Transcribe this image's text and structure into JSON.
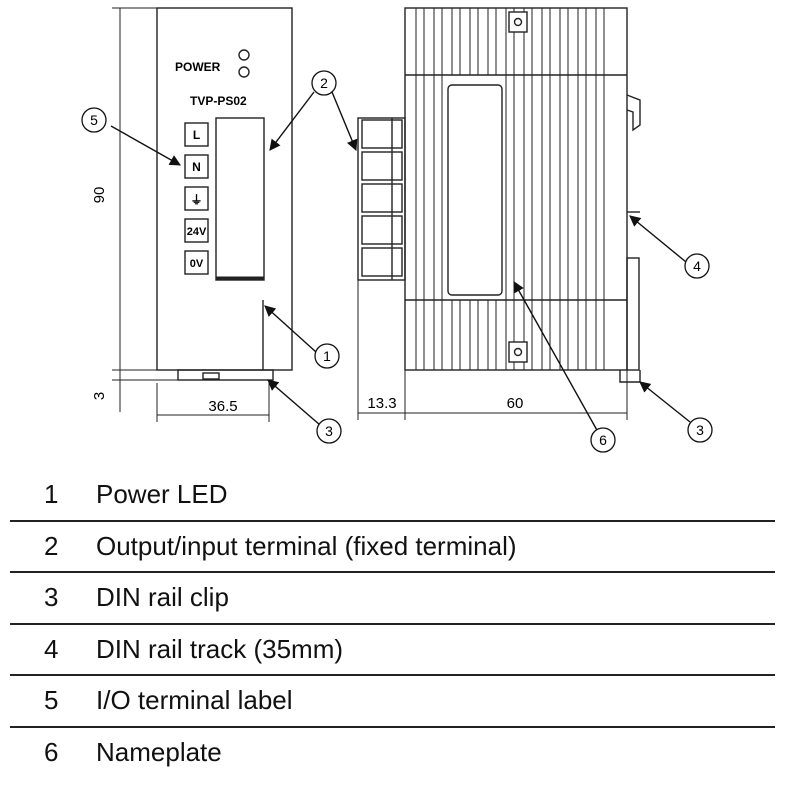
{
  "device": {
    "power_label": "POWER",
    "model": "TVP-PS02",
    "terminals": [
      "L",
      "N",
      "⏚",
      "24V",
      "0V"
    ]
  },
  "dimensions": {
    "height": "90",
    "clip": "3",
    "width": "36.5",
    "terminal_depth": "13.3",
    "depth": "60"
  },
  "callouts": [
    "1",
    "2",
    "3",
    "4",
    "5",
    "6"
  ],
  "legend": [
    {
      "num": "1",
      "text": "Power LED"
    },
    {
      "num": "2",
      "text": "Output/input terminal (fixed terminal)"
    },
    {
      "num": "3",
      "text": "DIN rail clip"
    },
    {
      "num": "4",
      "text": "DIN rail track (35mm)"
    },
    {
      "num": "5",
      "text": "I/O terminal label"
    },
    {
      "num": "6",
      "text": "Nameplate"
    }
  ]
}
